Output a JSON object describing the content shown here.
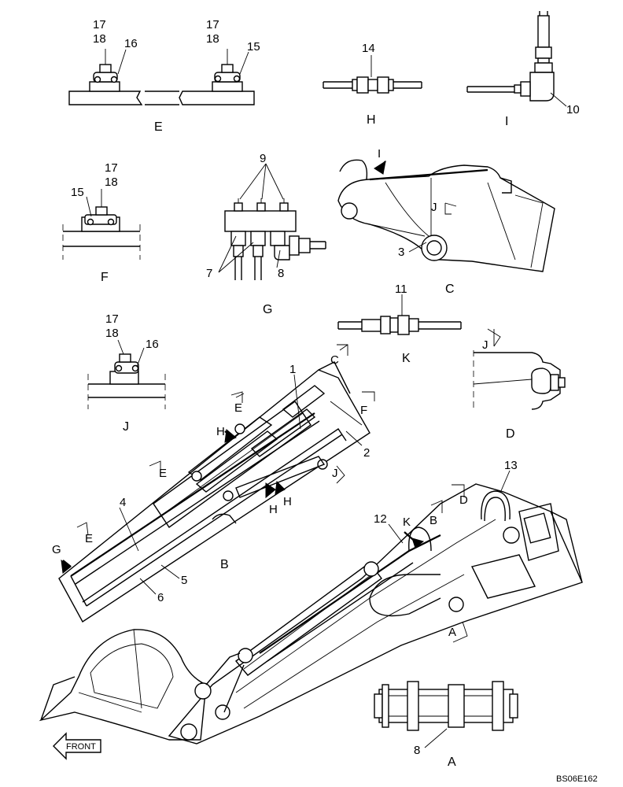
{
  "labels": {
    "e_17": "17",
    "e_18": "18",
    "e_16": "16",
    "e2_17": "17",
    "e2_18": "18",
    "e2_15": "15",
    "h_14": "14",
    "i_10": "10",
    "f_17": "17",
    "f_18": "18",
    "f_15": "15",
    "g_9": "9",
    "g_7": "7",
    "g_8": "8",
    "c_i": "I",
    "c_j": "J",
    "c_3": "3",
    "k_11": "11",
    "j_17": "17",
    "j_18": "18",
    "j_16": "16",
    "d_j": "J",
    "b_1": "1",
    "b_c": "C",
    "b_e1": "E",
    "b_f": "F",
    "b_h1": "H",
    "b_2": "2",
    "b_e2": "E",
    "b_j": "J",
    "b_h2": "H",
    "b_h3": "H",
    "b_4": "4",
    "b_e3": "E",
    "b_g": "G",
    "b_5": "5",
    "b_6": "6",
    "m_13": "13",
    "m_12": "12",
    "m_k": "K",
    "m_b": "B",
    "m_d": "D",
    "m_a": "A",
    "a_8": "8"
  },
  "views": {
    "E": "E",
    "H": "H",
    "I": "I",
    "F": "F",
    "G": "G",
    "C": "C",
    "K": "K",
    "J": "J",
    "D": "D",
    "B": "B",
    "A": "A"
  },
  "front_label": "FRONT",
  "drawing_code": "BS06E162"
}
